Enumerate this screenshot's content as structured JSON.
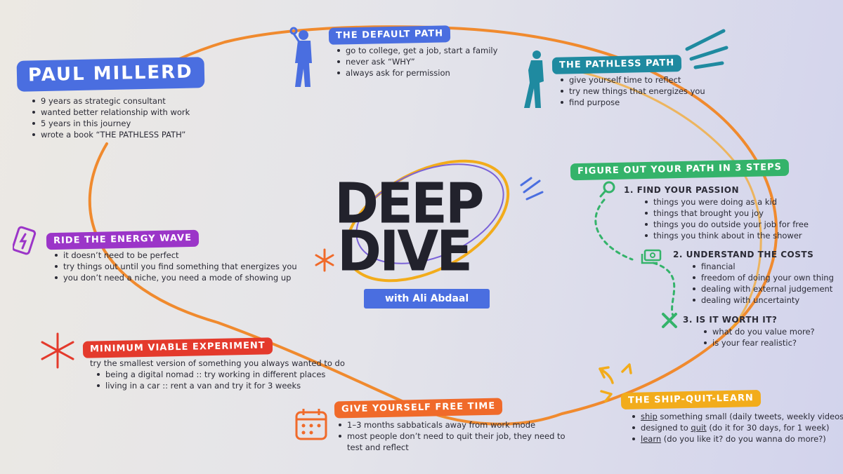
{
  "colors": {
    "loop": "#f08a2e",
    "blue": "#4a6ee0",
    "teal": "#1f8aa0",
    "green": "#34b36a",
    "purple": "#9b35c8",
    "red": "#e43a2c",
    "orange": "#f06a2a",
    "yellow": "#f2ac1b",
    "dark": "#22222c"
  },
  "icons": [
    "walking-figure-icon",
    "windup-figure-icon",
    "battery-icon",
    "asterisk-icon",
    "calendar-icon",
    "magnifier-icon",
    "cash-icon",
    "x-mark-icon",
    "cycle-arrows-icon",
    "burst-lines-icon"
  ],
  "center": {
    "line1": "DEEP",
    "line2": "DIVE",
    "subtitle": "with Ali Abdaal"
  },
  "sections": {
    "paul": {
      "title": "PAUL MILLERD",
      "items": [
        "9 years as strategic consultant",
        "wanted better relationship with work",
        "5 years in this journey",
        "wrote a book “THE PATHLESS PATH”"
      ]
    },
    "default_path": {
      "title": "THE DEFAULT PATH",
      "items": [
        "go to college, get a job, start a family",
        "never ask “WHY”",
        "always ask for permission"
      ]
    },
    "pathless_path": {
      "title": "THE PATHLESS PATH",
      "items": [
        "give yourself time to reflect",
        "try new things that energizes you",
        "find purpose"
      ]
    },
    "energy": {
      "title": "RIDE THE ENERGY WAVE",
      "items": [
        "it doesn’t need to be perfect",
        "try things out until you find something that energizes you",
        "you don’t need a niche, you need a mode of showing up"
      ]
    },
    "mve": {
      "title": "MINIMUM VIABLE EXPERIMENT",
      "intro": "try the smallest version of something you always wanted to do",
      "items": [
        "being a digital nomad :: try working in different places",
        "living in a car :: rent a van and try it for 3 weeks"
      ]
    },
    "free_time": {
      "title": "GIVE YOURSELF FREE TIME",
      "items": [
        "1–3 months sabbaticals away from work mode",
        "most people don’t need to quit their job, they need to test and reflect"
      ]
    },
    "steps": {
      "title": "FIGURE OUT YOUR PATH IN 3 STEPS",
      "step1": {
        "title": "1. FIND YOUR PASSION",
        "items": [
          "things you were doing as a kid",
          "things that brought you joy",
          "things you do outside your job for free",
          "things you think about in the shower"
        ]
      },
      "step2": {
        "title": "2. UNDERSTAND THE COSTS",
        "items": [
          "financial",
          "freedom of doing your own thing",
          "dealing with external judgement",
          "dealing with uncertainty"
        ]
      },
      "step3": {
        "title": "3. IS IT WORTH IT?",
        "items": [
          "what do you value more?",
          "is your fear realistic?"
        ]
      }
    },
    "ship": {
      "title": "THE SHIP-QUIT-LEARN",
      "items": [
        {
          "key": "ship",
          "rest": " something small (daily tweets, weekly videos)"
        },
        {
          "key": "designed to ",
          "keyu": "quit",
          "rest": " (do it for 30 days, for 1 week)"
        },
        {
          "key": "learn",
          "rest": " (do you like it? do you wanna do more?)"
        }
      ]
    }
  }
}
